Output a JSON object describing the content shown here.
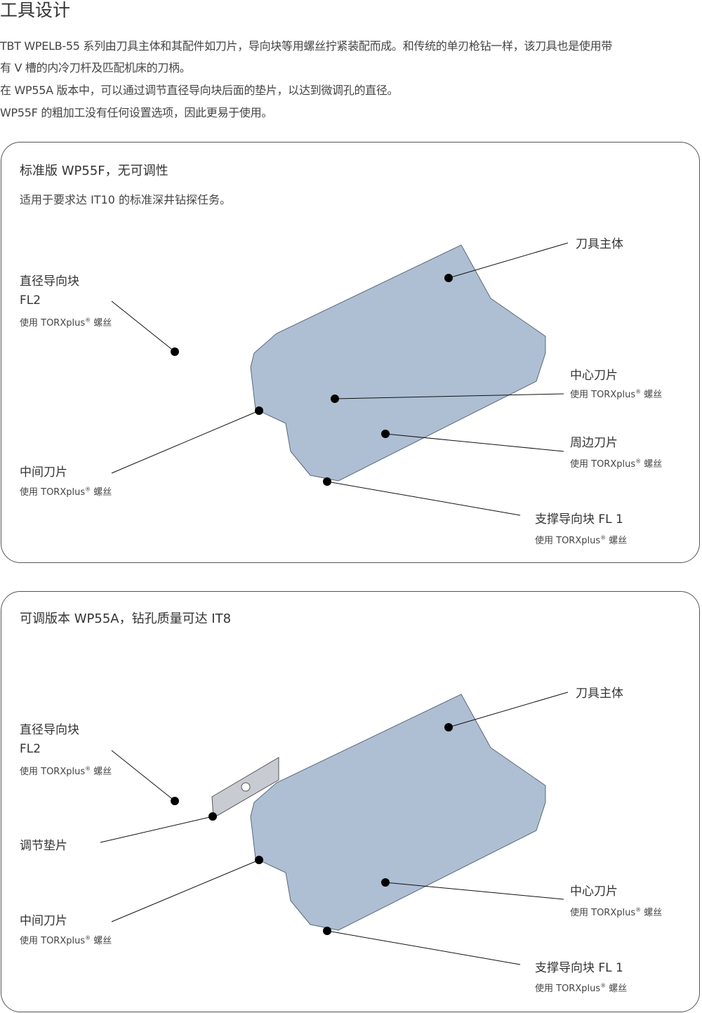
{
  "heading": "工具设计",
  "paragraphs": [
    "TBT WPELB-55 系列由刀具主体和其配件如刀片，导向块等用螺丝拧紧装配而成。和传统的单刃枪钻一样，该刀具也是使用带",
    "有 V 槽的内冷刀杆及匹配机床的刀柄。",
    "在 WP55A 版本中，可以通过调节直径导向块后面的垫片，以达到微调孔的直径。",
    "WP55F 的粗加工没有任何设置选项，因此更易于使用。"
  ],
  "screw_note": "使用 TORXplus",
  "screw_suffix": "螺丝",
  "reg": "®",
  "card1": {
    "title": "标准版 WP55F，无可调性",
    "subtitle": "适用于要求达 IT10 的标准深井钻探任务。",
    "body": "刀具主体",
    "guide": "直径导向块",
    "guide_code": "FL2",
    "center": "中心刀片",
    "peripheral": "周边刀片",
    "middle": "中间刀片",
    "support": "支撑导向块 FL 1"
  },
  "card2": {
    "title": "可调版本 WP55A，钻孔质量可达 IT8",
    "body": "刀具主体",
    "guide": "直径导向块",
    "guide_code": "FL2",
    "shim": "调节垫片",
    "center": "中心刀片",
    "middle": "中间刀片",
    "support": "支撑导向块 FL 1"
  }
}
